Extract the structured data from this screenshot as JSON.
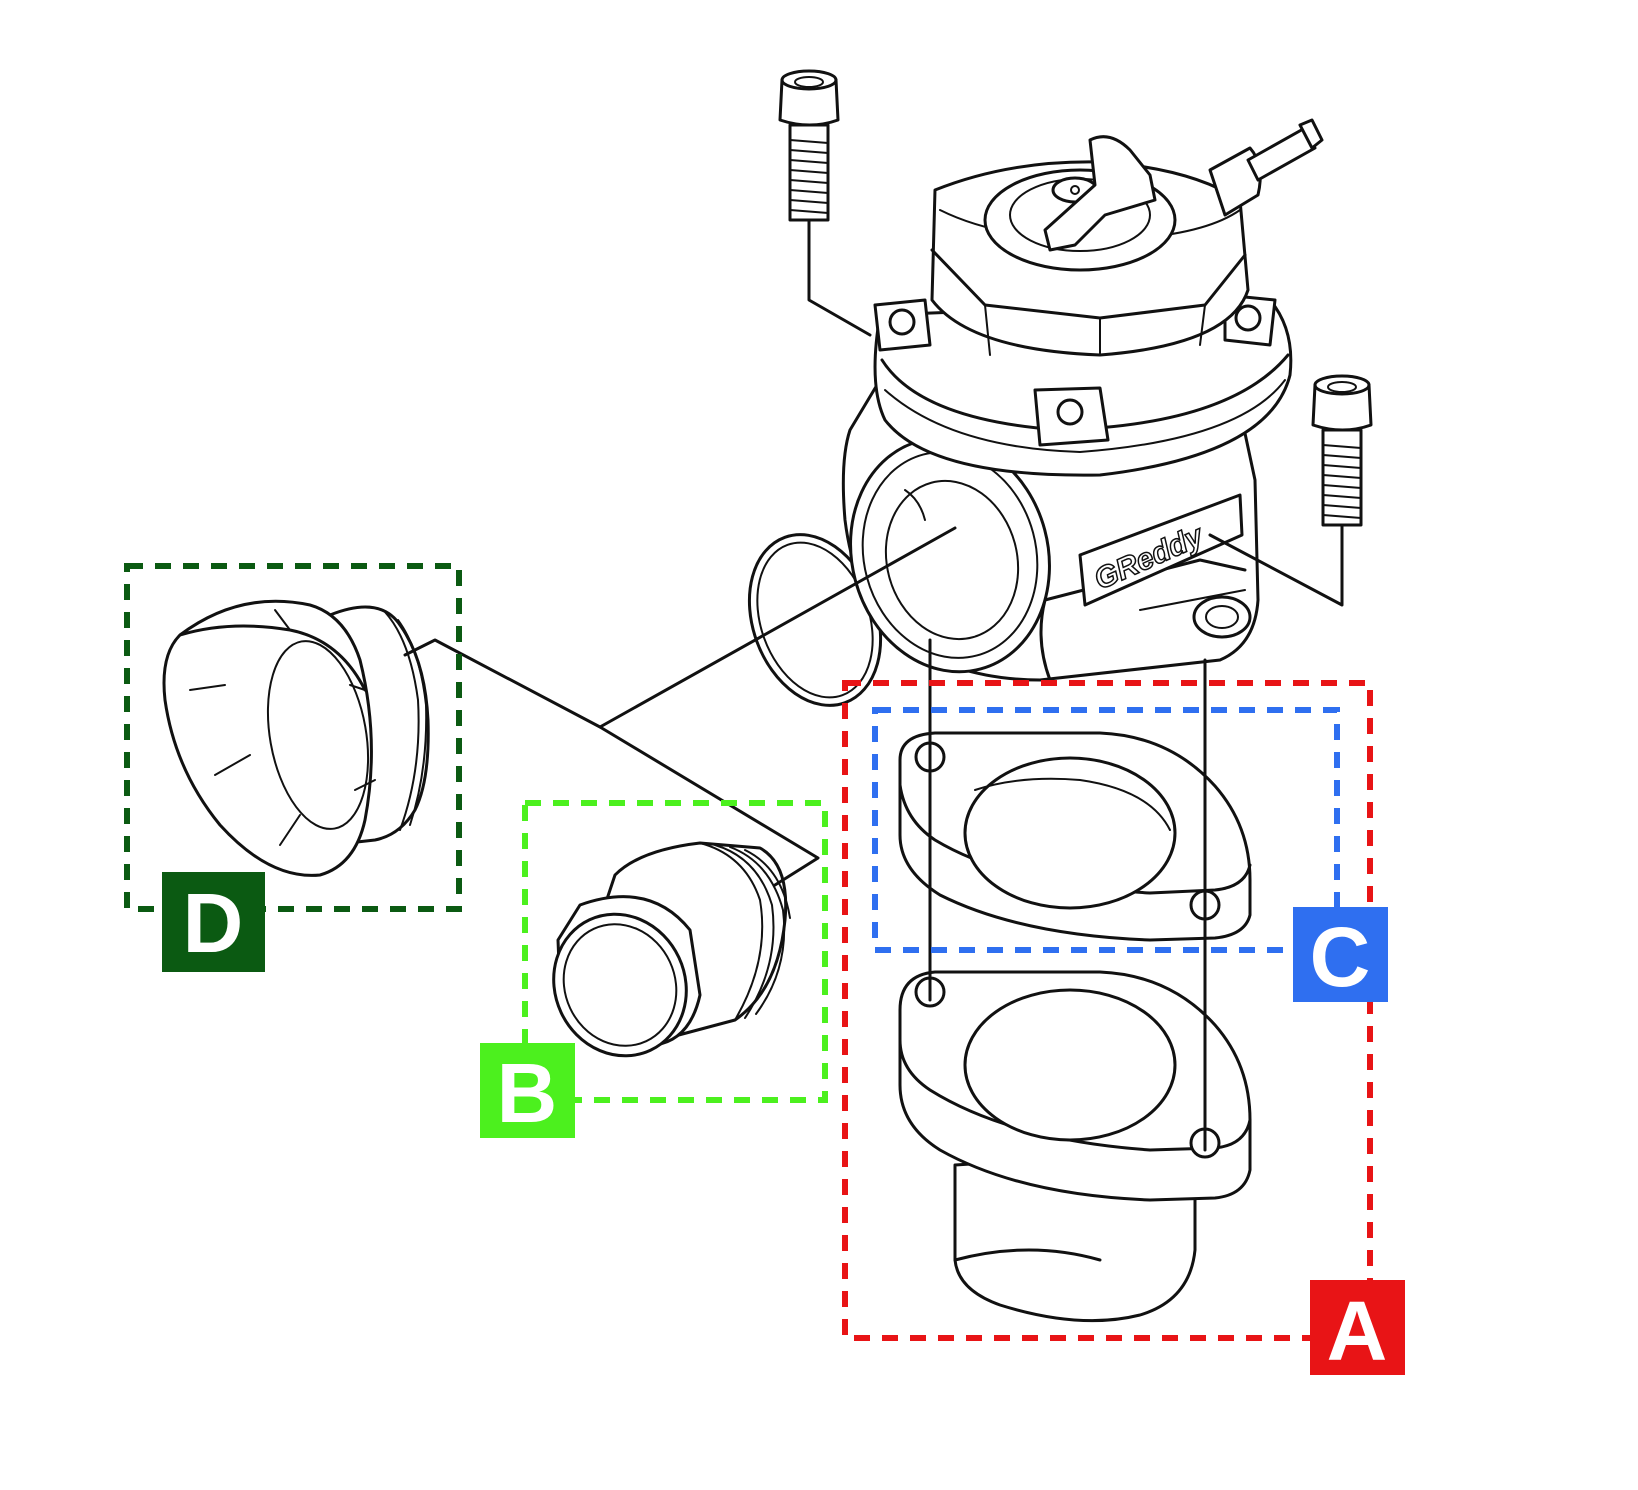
{
  "colors": {
    "part_a": "#e81416",
    "part_b": "#4cf01e",
    "part_c": "#2f6ff0",
    "part_d": "#0b5a12",
    "line": "#111111",
    "background": "#ffffff"
  },
  "parts": {
    "a": {
      "letter": "A"
    },
    "b": {
      "letter": "B"
    },
    "c": {
      "letter": "C"
    },
    "d": {
      "letter": "D"
    }
  },
  "valve": {
    "logo_text": "GReddy"
  }
}
